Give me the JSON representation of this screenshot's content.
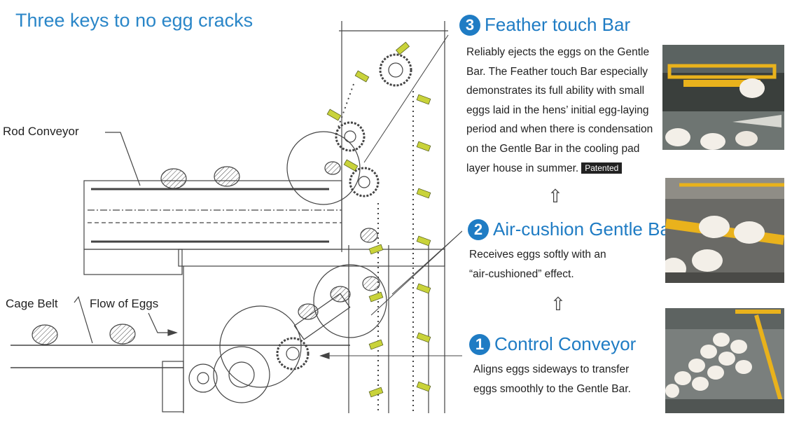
{
  "title": "Three keys to no egg cracks",
  "labels": {
    "rod_conveyor": "Rod Conveyor",
    "cage_belt": "Cage Belt",
    "flow_of_eggs": "Flow of Eggs"
  },
  "steps": [
    {
      "number": "3",
      "heading": "Feather touch Bar",
      "lines": [
        "Reliably ejects the eggs on the Gentle",
        "Bar. The Feather touch Bar especially",
        "demonstrates its full ability with small",
        "eggs laid in the hens’ initial egg-laying",
        "period and when there is condensation",
        "on the Gentle Bar in the cooling pad",
        "layer house in summer."
      ],
      "badge": "Patented"
    },
    {
      "number": "2",
      "heading": "Air-cushion Gentle Bar",
      "lines": [
        "Receives eggs softly with an",
        "“air-cushioned” effect."
      ]
    },
    {
      "number": "1",
      "heading": "Control Conveyor",
      "lines": [
        "Aligns eggs sideways to transfer",
        "eggs smoothly to the Gentle Bar."
      ]
    }
  ],
  "arrow_glyph": "⇧",
  "colors": {
    "accent": "#1f7cc4",
    "title": "#2a86c8",
    "bar_yellow": "#c9d33a",
    "frame_yellow": "#e9b21c"
  }
}
